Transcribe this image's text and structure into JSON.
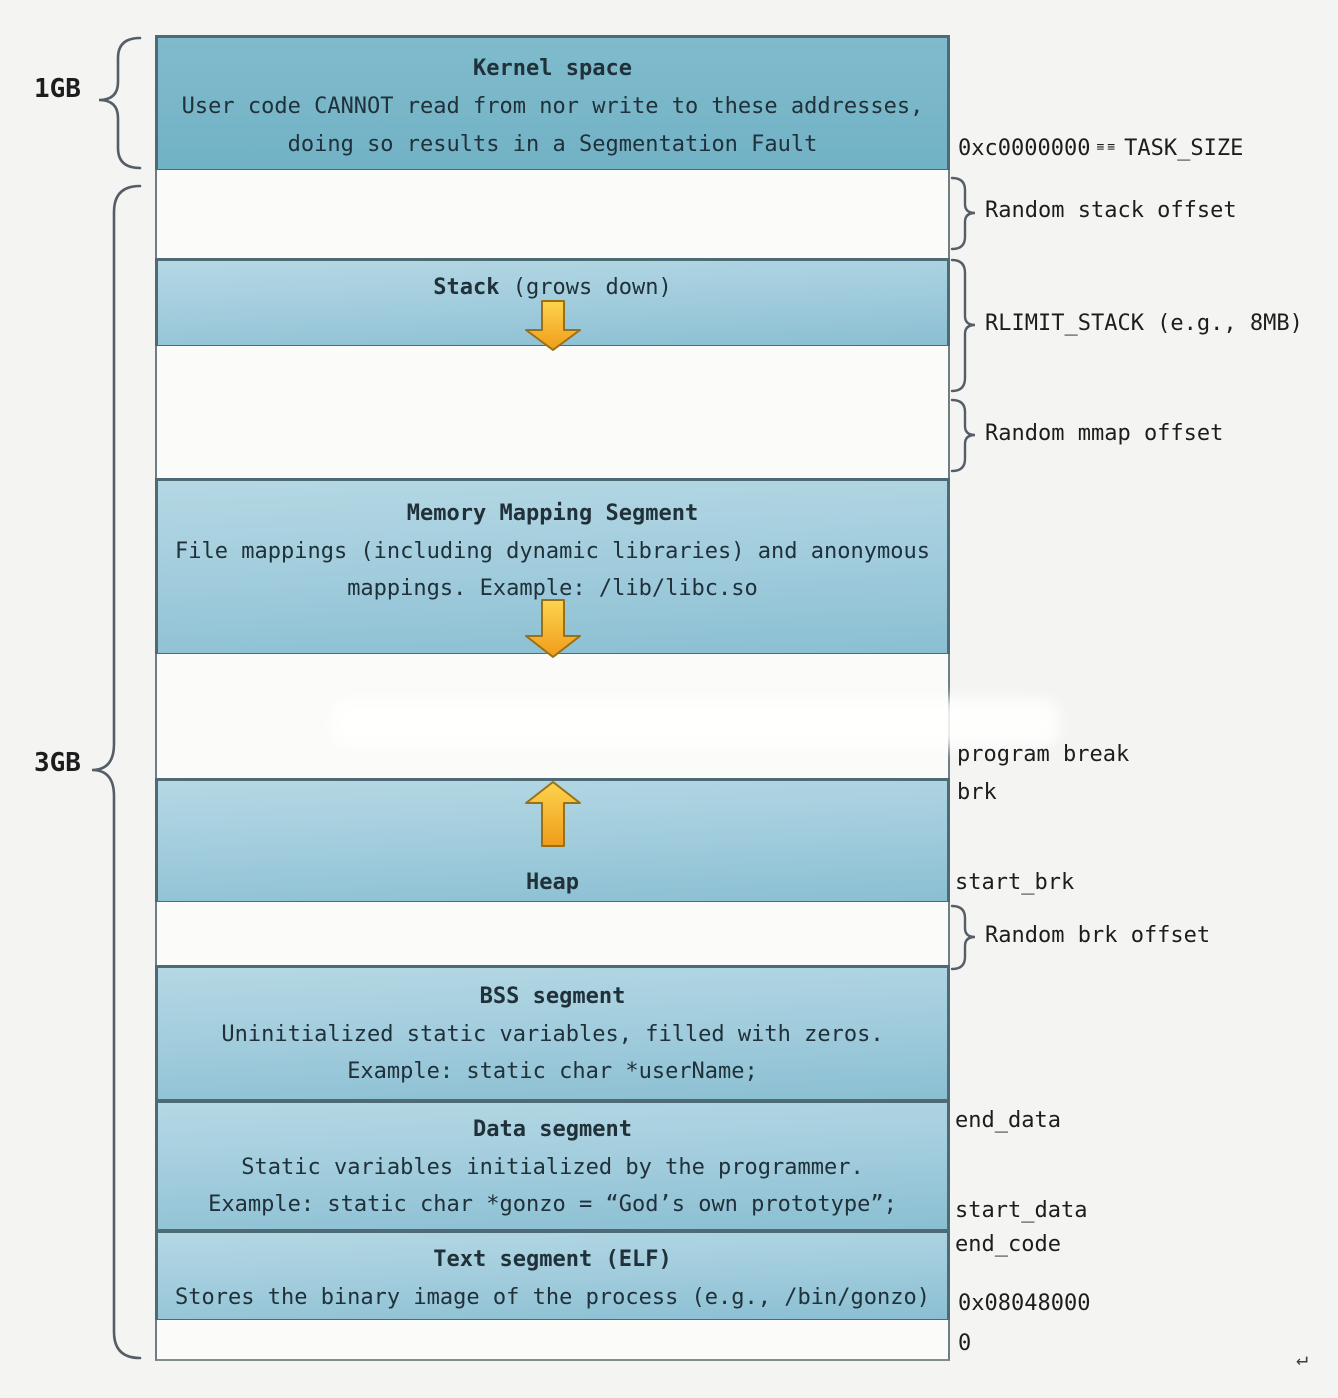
{
  "left_labels": {
    "one_gb": "1GB",
    "three_gb": "3GB"
  },
  "segments": {
    "kernel": {
      "title": "Kernel space",
      "line1": "User code CANNOT read from nor write to these addresses,",
      "line2": "doing so results in a Segmentation Fault"
    },
    "stack": {
      "title": "Stack",
      "suffix": " (grows down)"
    },
    "mmap": {
      "title": "Memory Mapping Segment",
      "line1": "File mappings (including dynamic libraries) and anonymous",
      "line2": "mappings. Example: /lib/libc.so"
    },
    "heap": {
      "title": "Heap"
    },
    "bss": {
      "title": "BSS segment",
      "line1": "Uninitialized static variables, filled with zeros.",
      "line2": "Example: static char *userName;"
    },
    "data": {
      "title": "Data segment",
      "line1": "Static variables initialized by the programmer.",
      "line2": "Example: static char *gonzo = “God’s own prototype”;"
    },
    "text": {
      "title": "Text segment (ELF)",
      "line1": "Stores the binary image of the process (e.g., /bin/gonzo)"
    }
  },
  "annotations": {
    "task_size_addr": "0xc0000000",
    "task_size_eq": "≡≡",
    "task_size_name": "TASK_SIZE",
    "random_stack_offset": "Random stack offset",
    "rlimit_stack": "RLIMIT_STACK (e.g., 8MB)",
    "random_mmap_offset": "Random mmap offset",
    "program_break": "program break",
    "brk": "brk",
    "start_brk": "start_brk",
    "random_brk_offset": "Random brk offset",
    "end_data": "end_data",
    "start_data": "start_data",
    "end_code": "end_code",
    "text_start_addr": "0x08048000",
    "zero_addr": "0",
    "return_mark": "↵"
  },
  "colors": {
    "segment_fill": "#9fcbdc",
    "kernel_fill": "#76b4c7",
    "segment_border": "#4d6a75",
    "arrow_light": "#fdd44e",
    "arrow_dark": "#ef9c1a",
    "brace_stroke": "#555e66"
  }
}
